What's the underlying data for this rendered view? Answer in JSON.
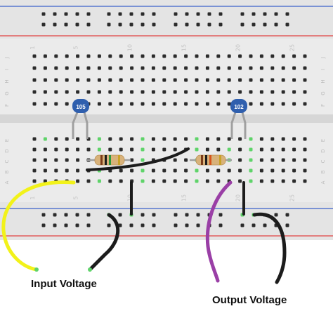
{
  "breadboard": {
    "row_labels_top": [
      "J",
      "I",
      "H",
      "G",
      "F"
    ],
    "row_labels_bottom": [
      "E",
      "D",
      "C",
      "B",
      "A"
    ],
    "column_numbers": [
      "1",
      "5",
      "10",
      "15",
      "20",
      "25"
    ],
    "rail_line_colors": {
      "positive": "#e04040",
      "negative": "#3b62c9"
    },
    "board_color": "#ebebeb",
    "hole_color": "#2b2b2b",
    "active_hole_color": "#5fd36a"
  },
  "components": {
    "capacitor_1": {
      "label": "105",
      "color": "#2f5fae"
    },
    "capacitor_2": {
      "label": "102",
      "color": "#2f5fae"
    },
    "resistor_1": {
      "body_color": "#d8b27a"
    },
    "resistor_2": {
      "body_color": "#d8b27a"
    }
  },
  "wires": {
    "input": {
      "color": "#f2f21a"
    },
    "ground": {
      "color": "#1c1c1c"
    },
    "output": {
      "color": "#9a3fa6"
    }
  },
  "labels": {
    "input_voltage": "Input Voltage",
    "output_voltage": "Output Voltage"
  }
}
